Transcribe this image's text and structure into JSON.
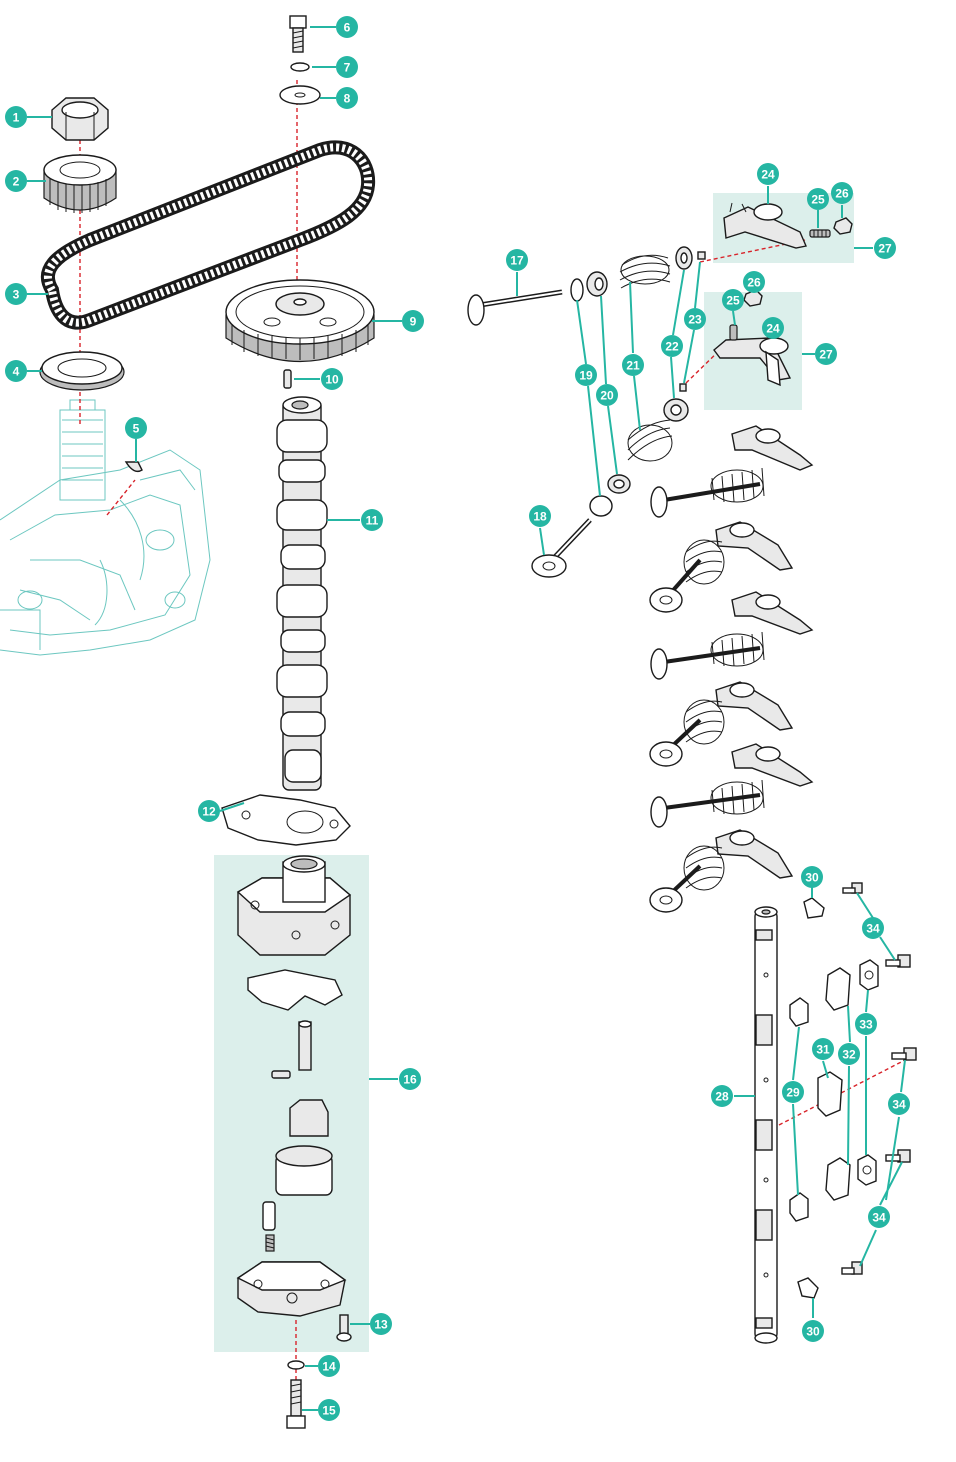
{
  "diagram": {
    "colors": {
      "callout": "#25b6a3",
      "axis": "#d8232a",
      "panel": "#dcefeb",
      "ghost": "#6cc7c0"
    },
    "callouts": [
      "1",
      "2",
      "3",
      "4",
      "5",
      "6",
      "7",
      "8",
      "9",
      "10",
      "11",
      "12",
      "13",
      "14",
      "15",
      "16",
      "17",
      "18",
      "19",
      "20",
      "21",
      "22",
      "23",
      "24",
      "25",
      "26",
      "27",
      "28",
      "29",
      "30",
      "31",
      "32",
      "33",
      "34"
    ],
    "parts": [
      "drive-nut",
      "crank-pulley",
      "timing-belt",
      "belt-guide-plate",
      "woodruff-key",
      "pulley-bolt",
      "washer",
      "pulley-washer",
      "cam-pulley",
      "dowel-pin",
      "camshaft",
      "gasket",
      "pump-screw",
      "seal-washer",
      "pump-bolt",
      "oil-pump-assembly",
      "intake-valve",
      "exhaust-valve",
      "valve-seat-washer",
      "valve-stem-seal",
      "valve-spring",
      "spring-retainer",
      "valve-cotter",
      "rocker-arm",
      "adjusting-screw",
      "lock-nut",
      "rocker-arm-assembly",
      "rocker-shaft",
      "spring-clip-a",
      "shaft-stopper",
      "spring-clip-b",
      "clip-bracket",
      "shaft-holder",
      "holder-bolt",
      "powerhead-outline"
    ]
  }
}
